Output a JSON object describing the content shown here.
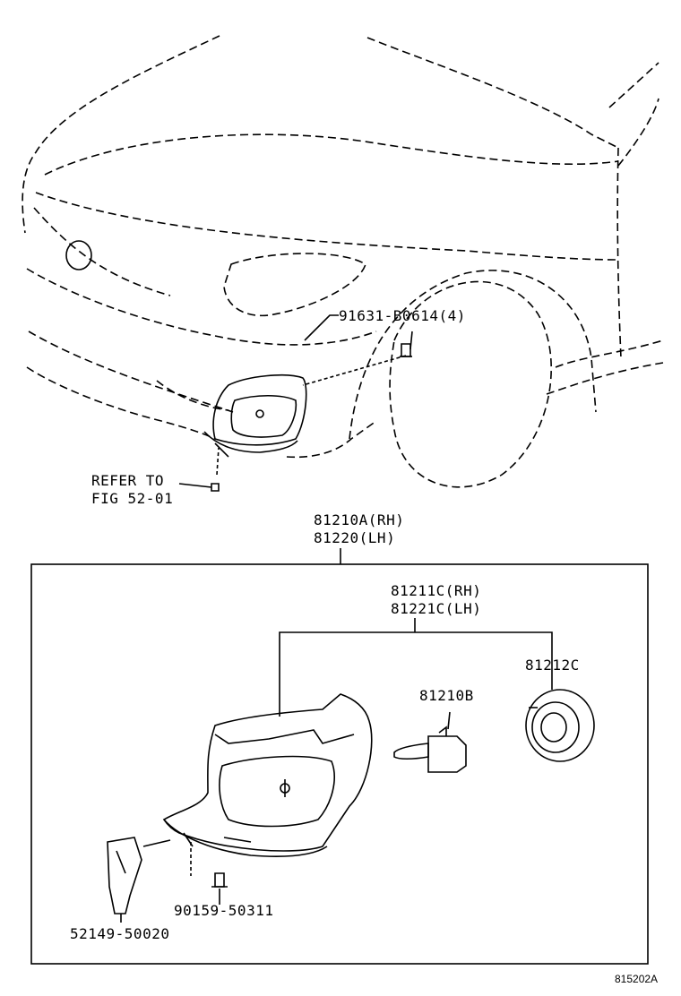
{
  "labels": {
    "bolt_top": "91631-B0614(4)",
    "refer_line1": "REFER TO",
    "refer_line2": "FIG 52-01",
    "assy_rh": "81210A(RH)",
    "assy_lh": "81220(LH)",
    "unit_rh": "81211C(RH)",
    "unit_lh": "81221C(LH)",
    "socket": "81212C",
    "bulb": "81210B",
    "screw": "90159-50311",
    "cover": "52149-50020",
    "figure_id": "815202A"
  }
}
